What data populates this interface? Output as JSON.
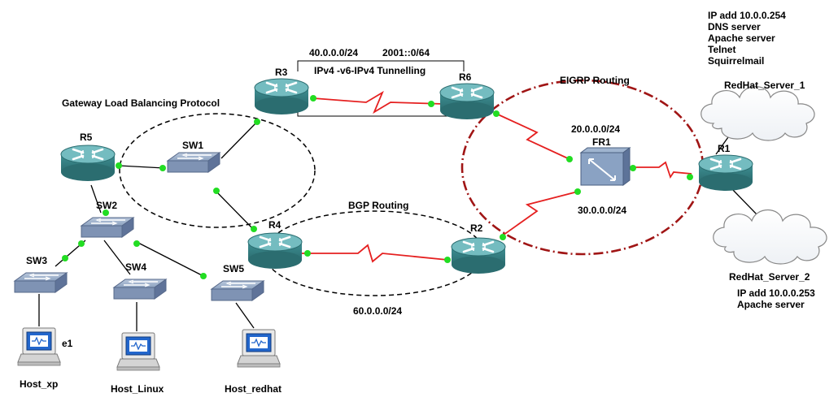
{
  "networks": {
    "r3_r6_v4": "40.0.0.0/24",
    "r3_r6_v6": "2001::0/64",
    "fr_top": "20.0.0.0/24",
    "fr_bottom": "30.0.0.0/24",
    "r4_r2": "60.0.0.0/24"
  },
  "zones": {
    "tunnel": "IPv4 -v6-IPv4 Tunnelling",
    "glbp": "Gateway Load Balancing Protocol",
    "eigrp": "EIGRP Routing",
    "bgp": "BGP Routing"
  },
  "devices": {
    "r1": "R1",
    "r2": "R2",
    "r3": "R3",
    "r4": "R4",
    "r5": "R5",
    "r6": "R6",
    "fr1": "FR1",
    "sw1": "SW1",
    "sw2": "SW2",
    "sw3": "SW3",
    "sw4": "SW4",
    "sw5": "SW5",
    "host_xp": "Host_xp",
    "host_linux": "Host_Linux",
    "host_redhat": "Host_redhat",
    "e1": "e1",
    "server1": "RedHat_Server_1",
    "server2": "RedHat_Server_2"
  },
  "server1_info": [
    "IP add 10.0.0.254",
    "DNS server",
    "Apache server",
    "Telnet",
    "Squirrelmail"
  ],
  "server2_info": [
    "IP add 10.0.0.253",
    "Apache server"
  ],
  "colors": {
    "router_body": "#3f8f93",
    "router_top": "#6fb8bb",
    "serial_link": "#e52020",
    "ethernet_link": "#000000",
    "port_dot": "#22dd22",
    "eigrp_ring": "#a01515",
    "dashed_ring": "#000000"
  }
}
